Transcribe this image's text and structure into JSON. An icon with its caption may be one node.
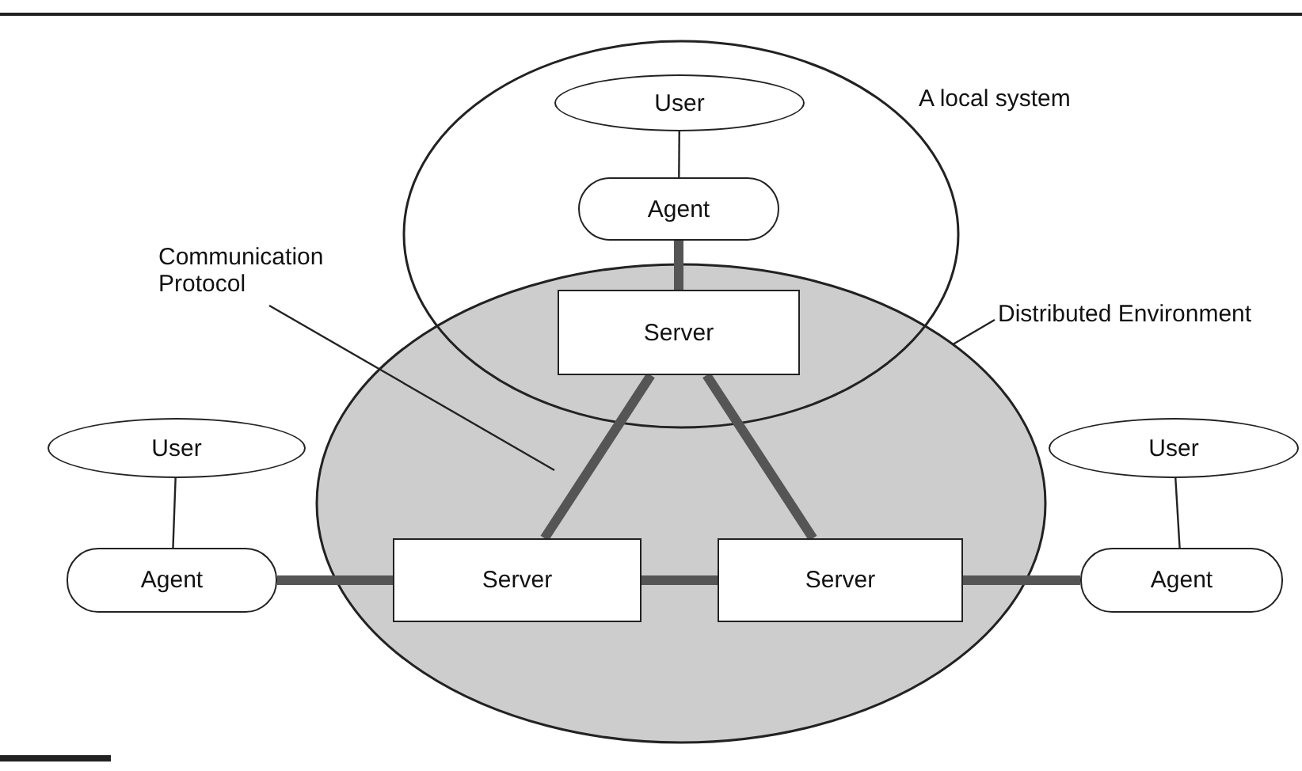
{
  "diagram": {
    "nodes": [
      {
        "text": [
          "A local system"
        ]
      },
      {
        "text": [
          "User"
        ],
        "in": 0
      },
      {
        "text": [
          "Agent"
        ],
        "in": 0
      },
      {
        "text": [
          "Communication Protocol"
        ]
      },
      {
        "text": [
          "Distributed Environment"
        ]
      },
      {
        "text": [],
        "shape": "ellipse"
      },
      {
        "text": [
          "Server"
        ]
      },
      {
        "text": [
          "User"
        ]
      },
      {
        "text": [
          "User"
        ]
      },
      {
        "text": [
          "Agent"
        ]
      },
      {
        "text": [
          "Server"
        ],
        "in": 5
      },
      {
        "text": [
          "Server"
        ],
        "in": 5
      },
      {
        "text": [
          "Agent"
        ]
      }
    ],
    "edges": [
      {
        "from": 1,
        "to": 2,
        "arrow": "none"
      },
      {
        "from": 2,
        "to": 6,
        "arrow": "none"
      },
      {
        "from": 6,
        "to": 10,
        "arrow": "none"
      },
      {
        "from": 6,
        "to": 11,
        "arrow": "none"
      },
      {
        "from": 7,
        "to": 9,
        "arrow": "none"
      },
      {
        "from": 9,
        "to": 10,
        "arrow": "none"
      },
      {
        "from": 10,
        "to": 11,
        "arrow": "none"
      },
      {
        "from": 11,
        "to": 12,
        "arrow": "none"
      },
      {
        "from": 8,
        "to": 12,
        "arrow": "none"
      },
      {
        "from": 3,
        "to": null,
        "arrow": "none"
      },
      {
        "from": 4,
        "to": 5,
        "arrow": "none"
      }
    ]
  }
}
